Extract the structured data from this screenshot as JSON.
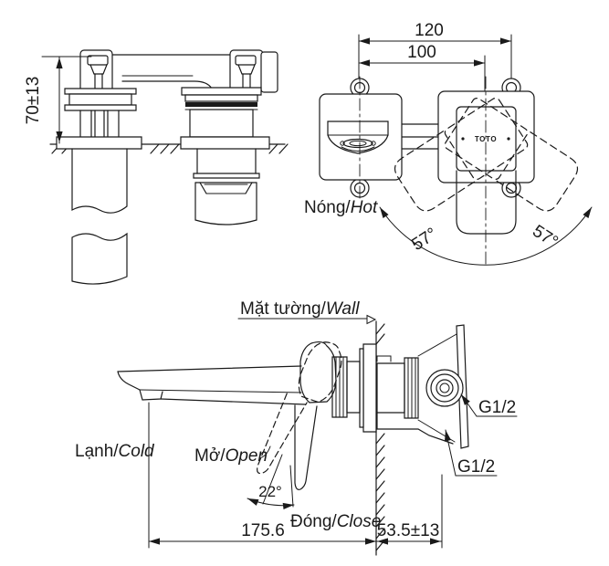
{
  "drawing": {
    "brand_mark": "TOTO",
    "views": {
      "plan": {
        "dim_protrusion": "70±13"
      },
      "front": {
        "dim_screw_pitch": "120",
        "dim_center_distance": "100",
        "dim_swing_left": "57°",
        "dim_swing_right": "57°",
        "label_hot_vi": "Nóng/",
        "label_hot_en": "Hot"
      },
      "side": {
        "label_wall_vi": "Mặt tường/",
        "label_wall_en": "Wall",
        "label_cold_vi": "Lạnh/",
        "label_cold_en": "Cold",
        "label_open_vi": "Mở/",
        "label_open_en": "Open",
        "label_close_vi": "Đóng/",
        "label_close_en": "Close",
        "dim_open_angle": "22°",
        "dim_spout_reach": "175.6",
        "dim_wall_offset": "53.5±13",
        "thread_upper": "G1/2",
        "thread_lower": "G1/2"
      }
    },
    "colors": {
      "line": "#1a1a1a",
      "background": "#ffffff"
    }
  }
}
